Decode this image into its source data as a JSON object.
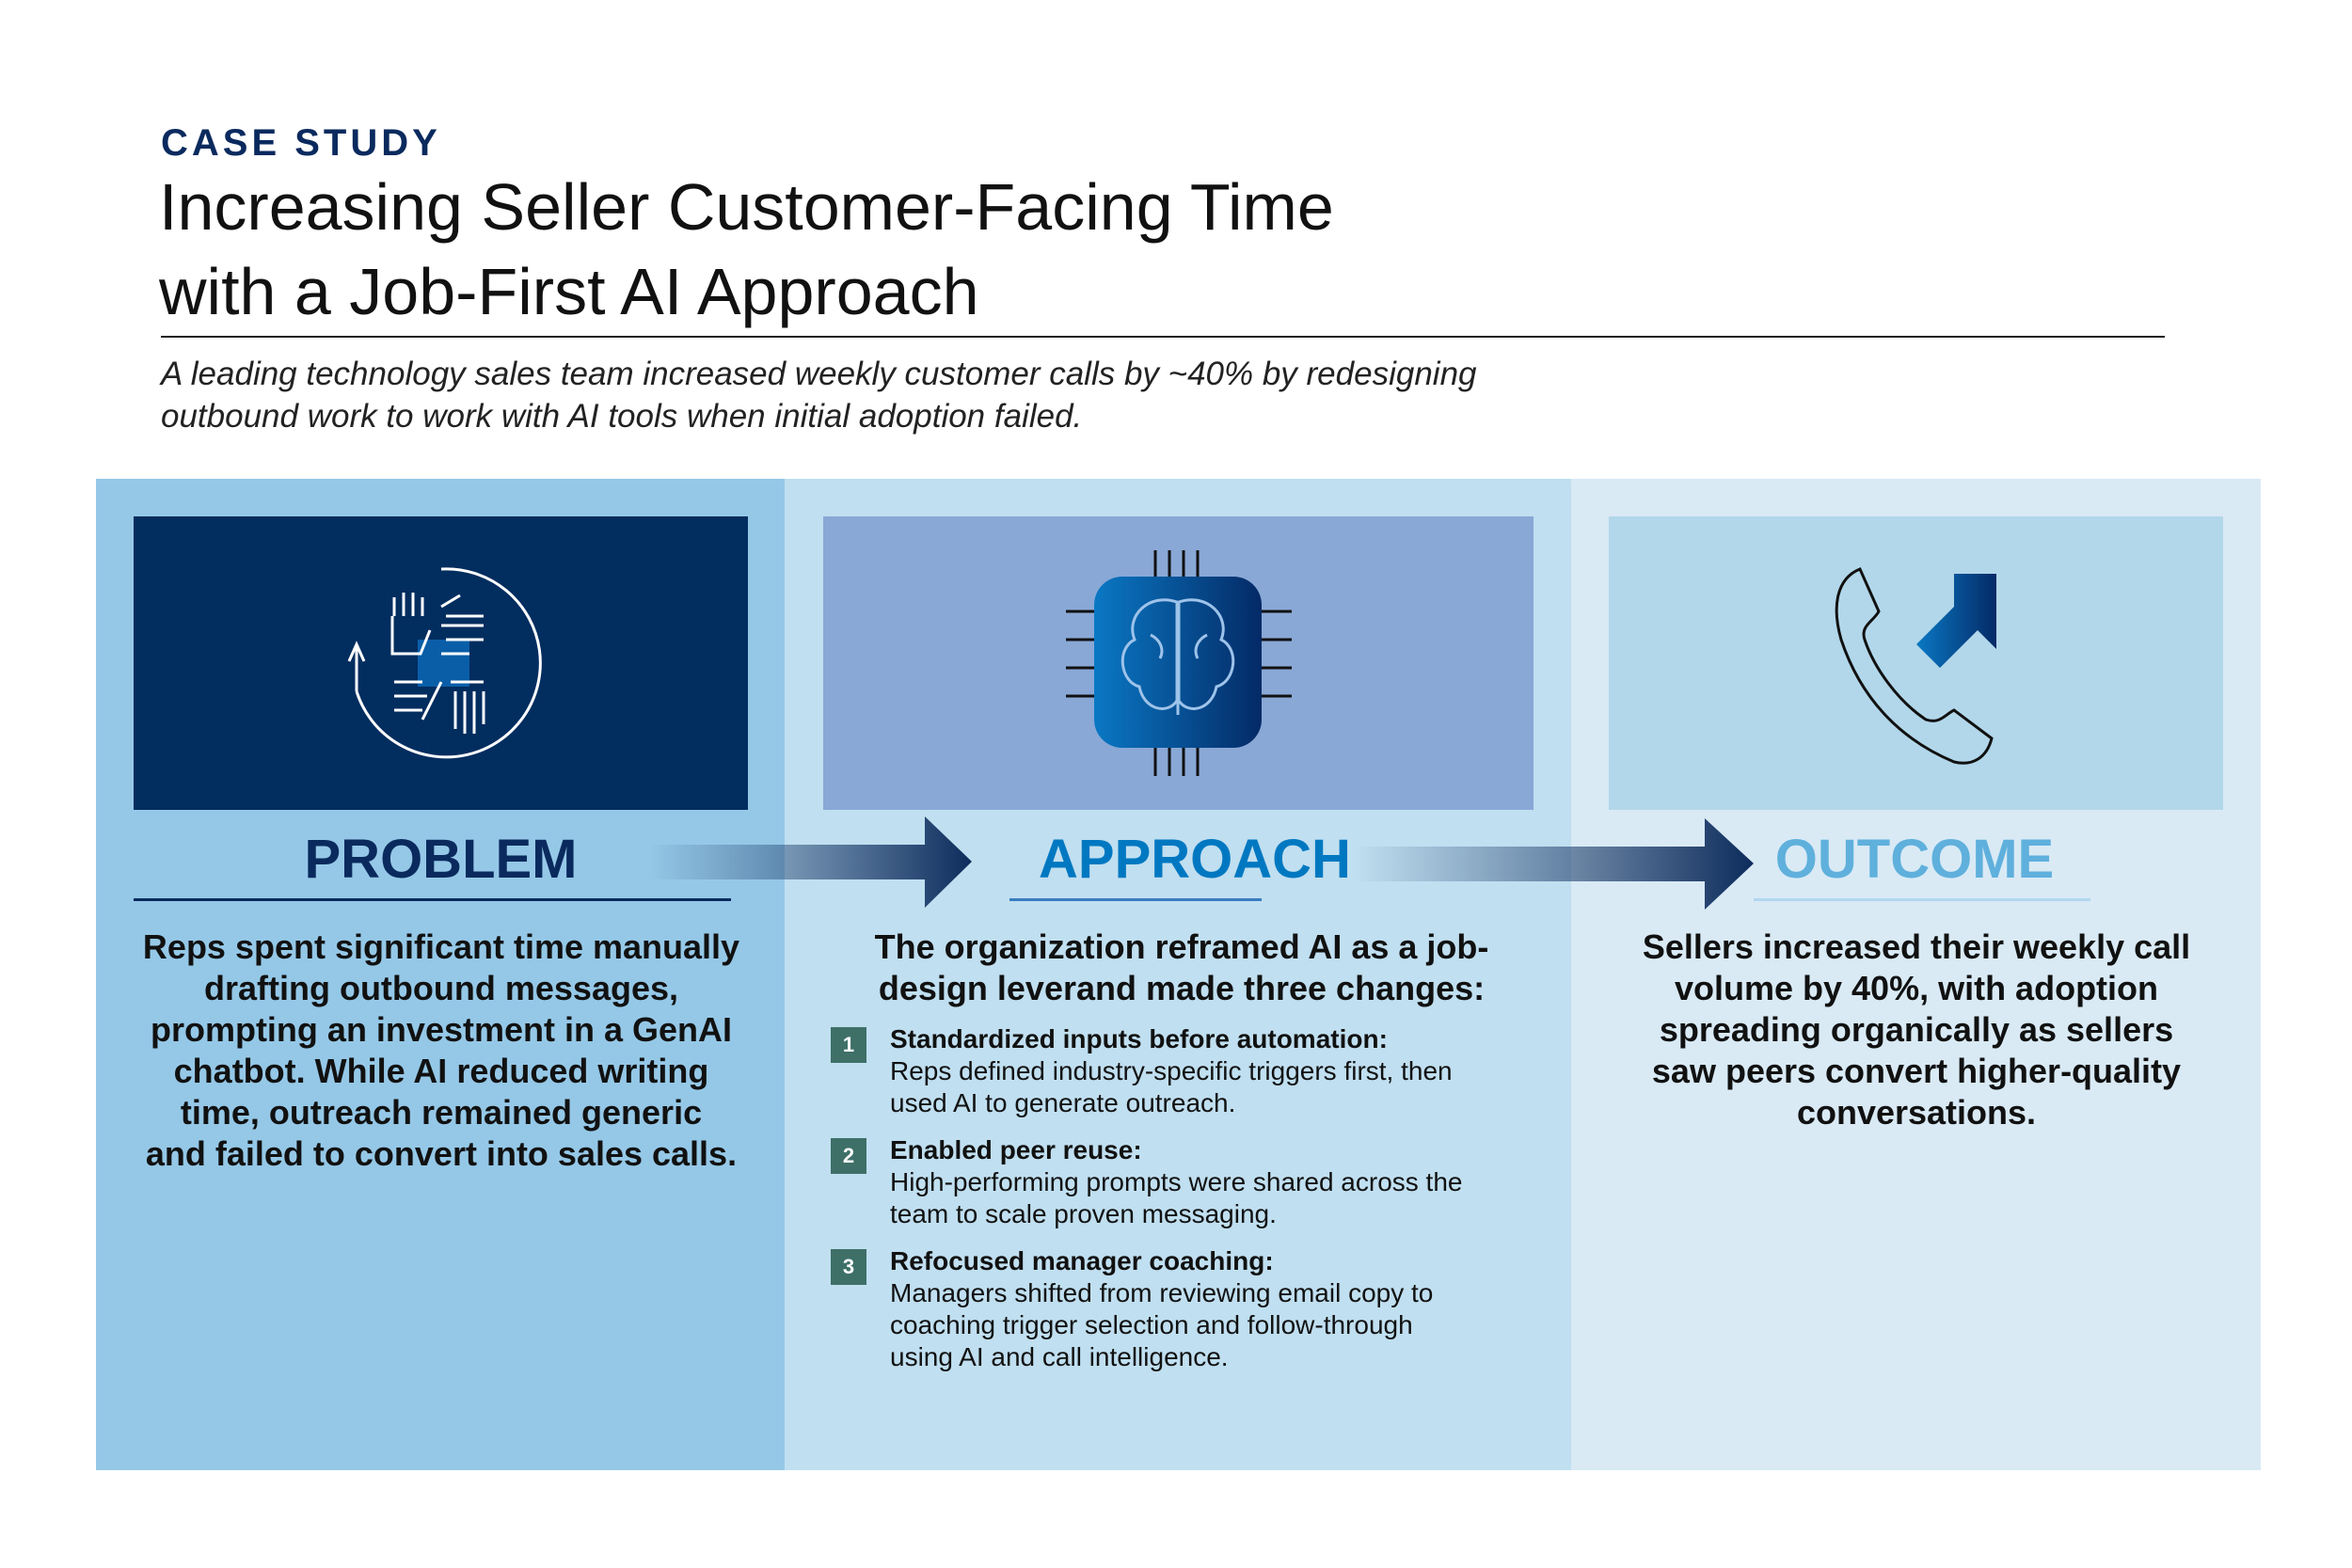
{
  "header": {
    "kicker": "CASE STUDY",
    "title_line1": "Increasing Seller Customer-Facing Time",
    "title_line2": "with a Job-First AI Approach",
    "subtitle_line1": "A leading technology sales team increased weekly customer calls by ~40% by redesigning",
    "subtitle_line2": "outbound work to work with AI tools when initial adoption failed."
  },
  "problem": {
    "heading": "PROBLEM",
    "icon": "hands-cycle-icon",
    "lines": [
      "Reps spent significant time manually",
      "drafting outbound messages,",
      "prompting an investment in a GenAI",
      "chatbot. While AI reduced writing",
      "time, outreach remained generic",
      "and failed to convert into sales calls."
    ]
  },
  "approach": {
    "heading": "APPROACH",
    "icon": "brain-chip-icon",
    "lines": [
      "The organization reframed AI as a job-",
      "design leverand made three changes:"
    ],
    "items": [
      {
        "num": "1",
        "title": "Standardized inputs before automation:",
        "lines": [
          "Reps defined industry-specific triggers first, then",
          "used AI to generate outreach."
        ]
      },
      {
        "num": "2",
        "title": "Enabled peer reuse:",
        "lines": [
          "High-performing prompts were shared across the",
          "team to scale proven messaging."
        ]
      },
      {
        "num": "3",
        "title": "Refocused manager coaching:",
        "lines": [
          "Managers shifted from reviewing email copy to",
          "coaching trigger selection and follow-through",
          "using AI and call intelligence."
        ]
      }
    ]
  },
  "outcome": {
    "heading": "OUTCOME",
    "icon": "phone-arrow-icon",
    "lines": [
      "Sellers increased their weekly call",
      "volume by 40%, with adoption",
      "spreading organically as sellers",
      "saw peers convert higher-quality",
      "conversations."
    ]
  },
  "colors": {
    "navy": "#022d5f",
    "approach_blue": "#0078c1",
    "outcome_blue": "#5fb0dc",
    "badge": "#3e7068"
  }
}
